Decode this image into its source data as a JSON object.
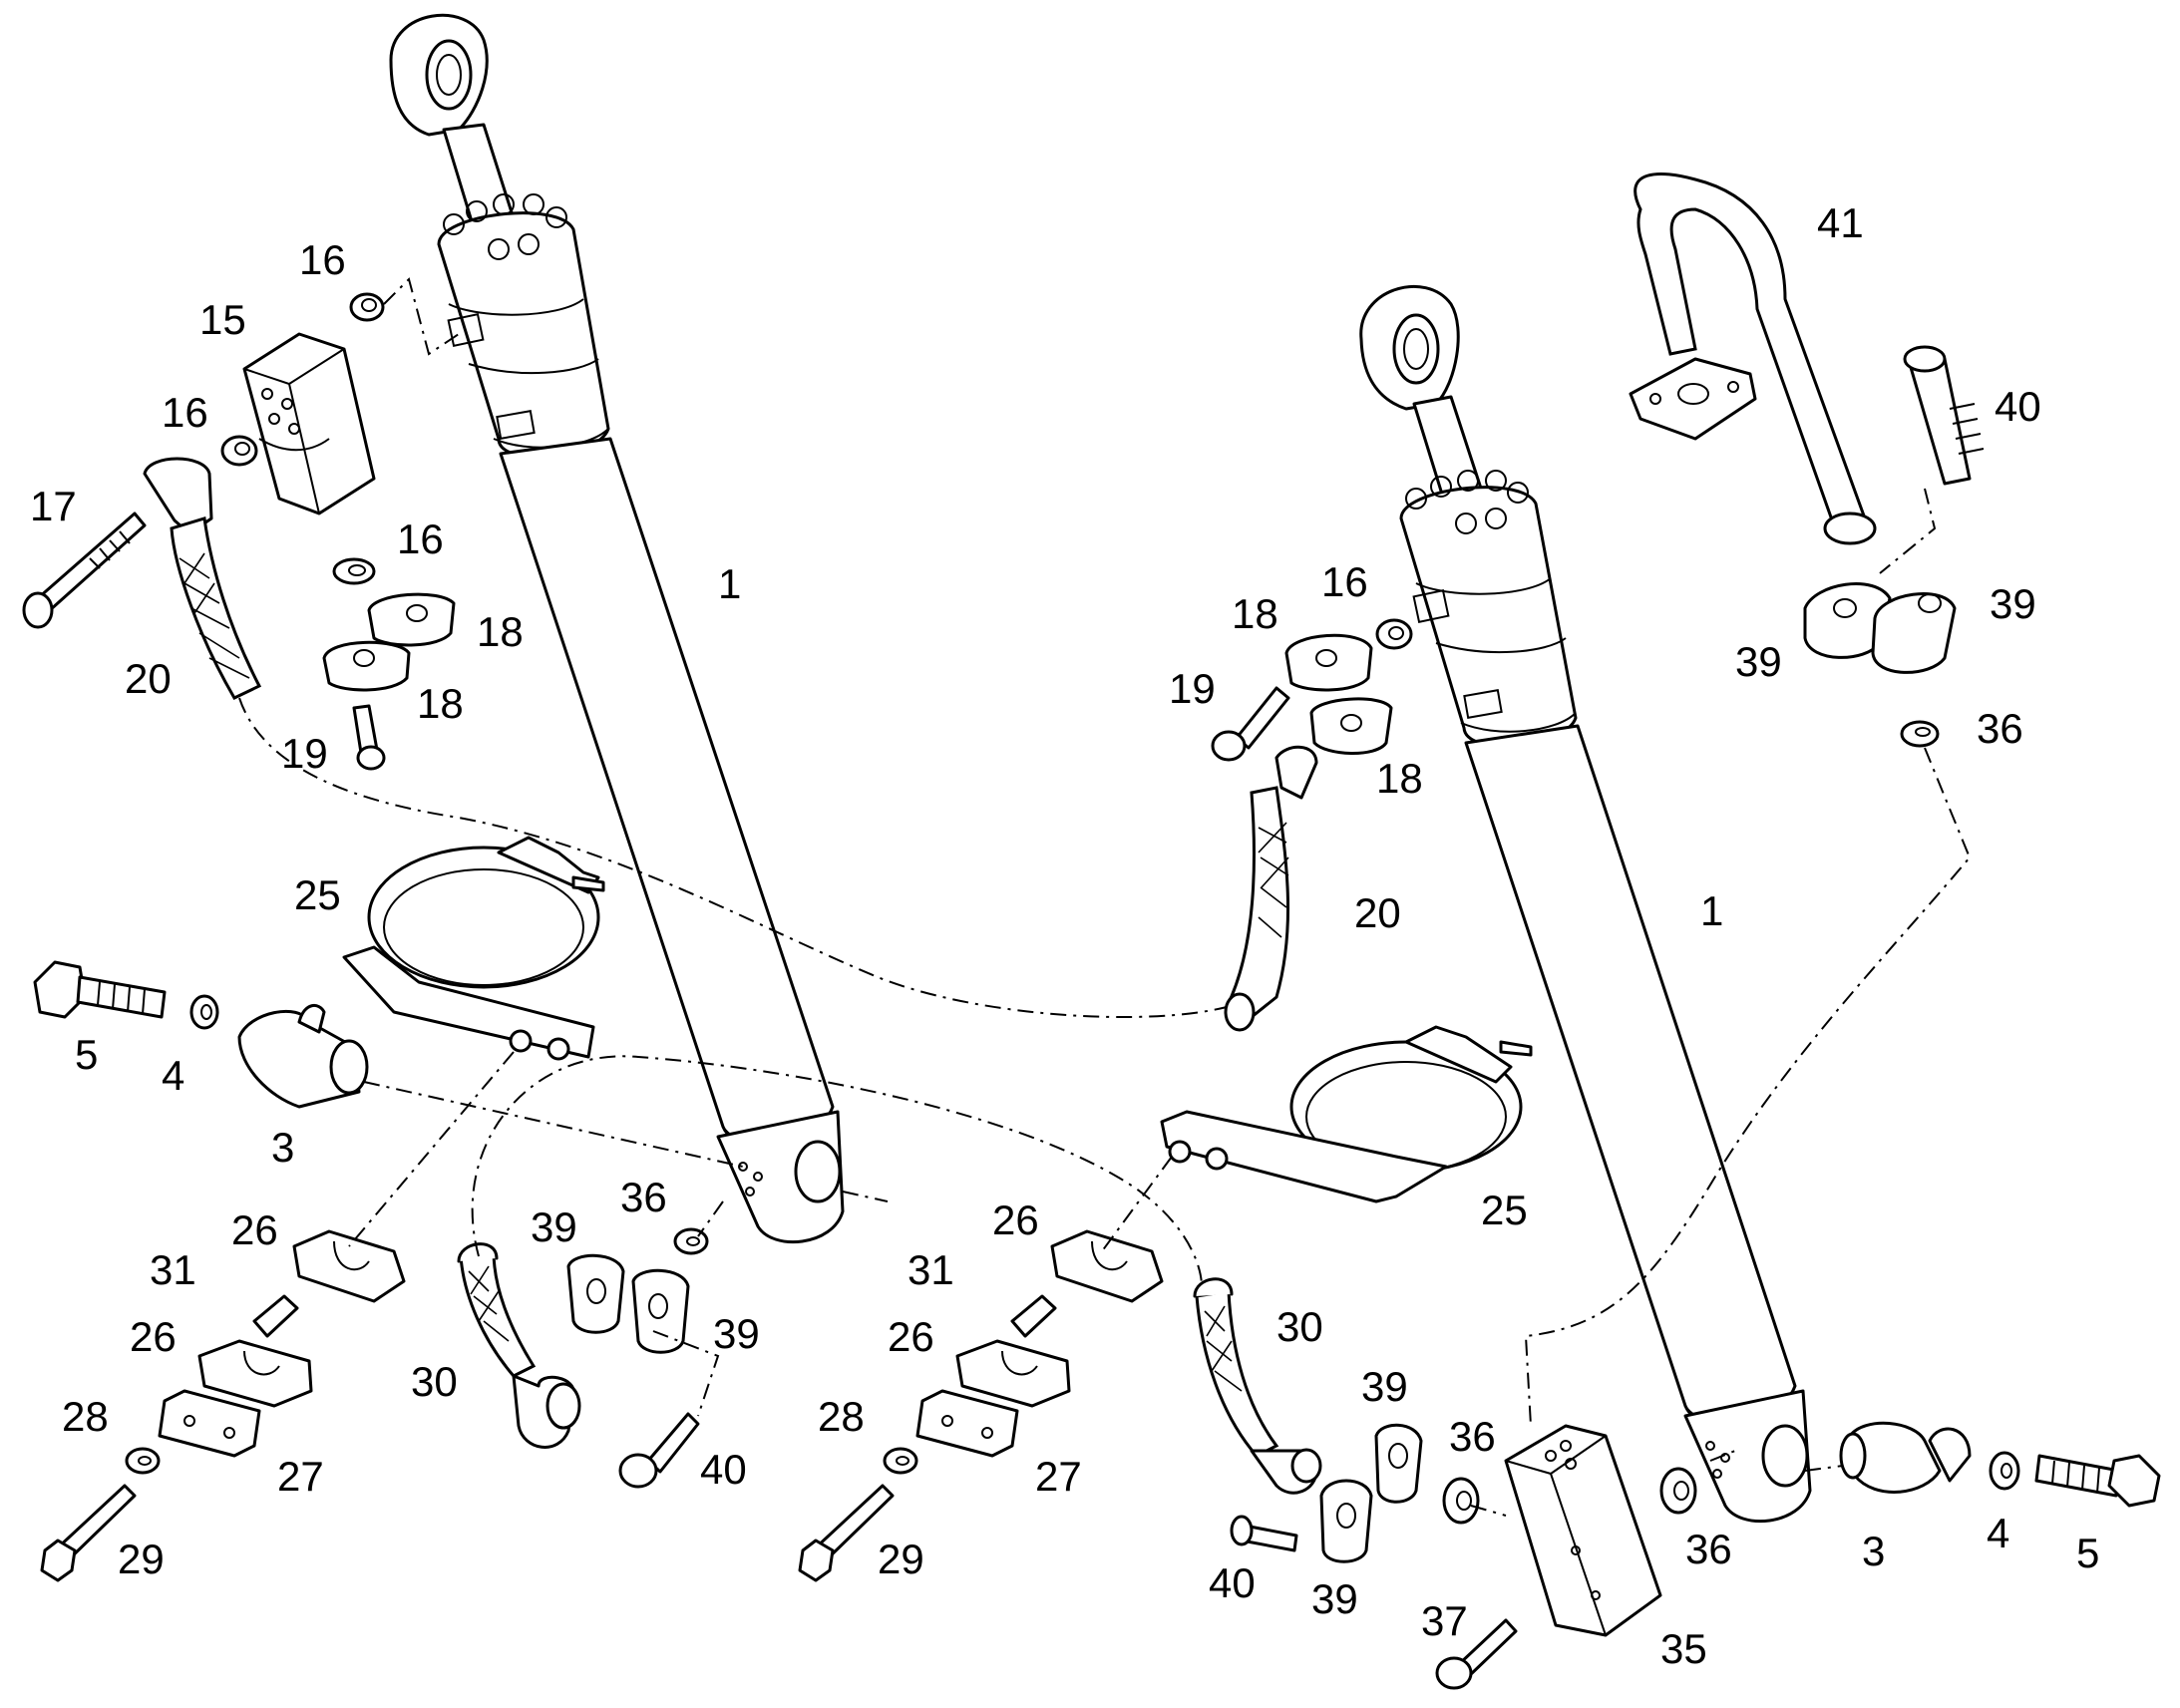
{
  "labels": {
    "l1a": "1",
    "l1b": "1",
    "l3a": "3",
    "l3b": "3",
    "l4a": "4",
    "l4b": "4",
    "l5a": "5",
    "l5b": "5",
    "l15": "15",
    "l16a": "16",
    "l16b": "16",
    "l16c": "16",
    "l16d": "16",
    "l17": "17",
    "l18a": "18",
    "l18b": "18",
    "l18c": "18",
    "l18d": "18",
    "l19a": "19",
    "l19b": "19",
    "l20a": "20",
    "l20b": "20",
    "l25a": "25",
    "l25b": "25",
    "l26a": "26",
    "l26b": "26",
    "l26c": "26",
    "l26d": "26",
    "l27a": "27",
    "l27b": "27",
    "l28a": "28",
    "l28b": "28",
    "l29a": "29",
    "l29b": "29",
    "l30a": "30",
    "l30b": "30",
    "l31a": "31",
    "l31b": "31",
    "l35": "35",
    "l36a": "36",
    "l36b": "36",
    "l36c": "36",
    "l36d": "36",
    "l37": "37",
    "l39a": "39",
    "l39b": "39",
    "l39c": "39",
    "l39d": "39",
    "l39e": "39",
    "l39f": "39",
    "l40a": "40",
    "l40b": "40",
    "l40c": "40",
    "l41": "41"
  }
}
